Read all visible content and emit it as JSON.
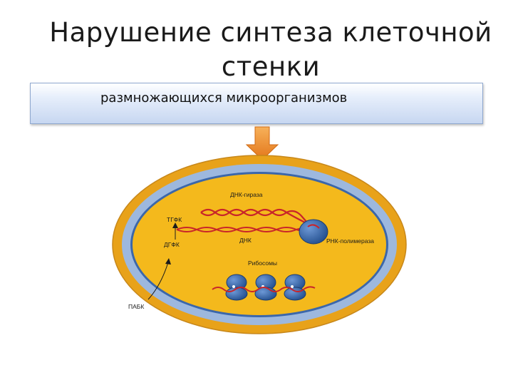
{
  "slide": {
    "title": "Нарушение синтеза клеточной стенки",
    "banner_text": "размножающихся микроорганизмов"
  },
  "diagram": {
    "labels": {
      "dna_gyrase": "ДНК-гираза",
      "dna": "ДНК",
      "rna_polymerase": "РНК-полимераза",
      "ribosomes": "Рибосомы",
      "thfa": "ТГФК",
      "dhfa": "ДГФК",
      "paba": "ПАБК"
    },
    "colors": {
      "arrow": "#f08a24",
      "outer_wall": "#e8a21a",
      "membrane": "#9db8de",
      "cytoplasm": "#f4b91c",
      "dna_strand": "#c8242a",
      "enzyme_blue": "#2f5ea8"
    }
  }
}
